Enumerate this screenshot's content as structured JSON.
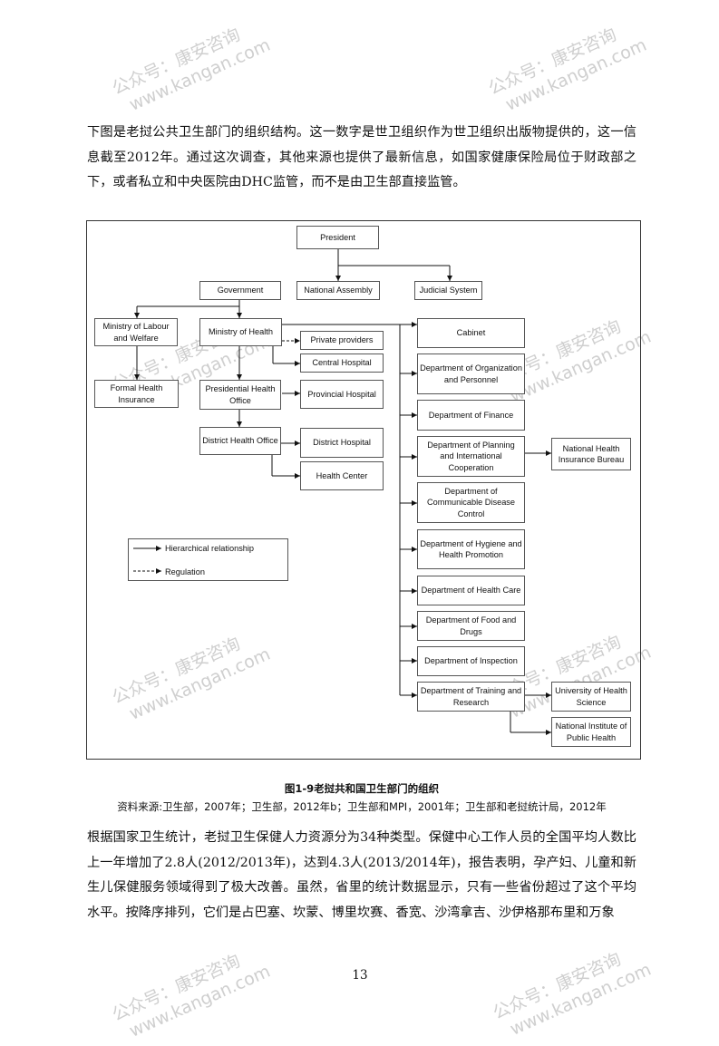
{
  "watermark": {
    "line1": "公众号：康安咨询",
    "line2": "www.kangan.com"
  },
  "intro_paragraph": "下图是老挝公共卫生部门的组织结构。这一数字是世卫组织作为世卫组织出版物提供的，这一信息截至2012年。通过这次调查，其他来源也提供了最新信息，如国家健康保险局位于财政部之下，或者私立和中央医院由DHC监管，而不是由卫生部直接监管。",
  "org_chart": {
    "president": "President",
    "government": "Government",
    "national_assembly": "National Assembly",
    "judicial_system": "Judicial System",
    "ministry_labour": "Ministry of Labour and Welfare",
    "ministry_health": "Ministry of Health",
    "formal_insurance": "Formal Health Insurance",
    "private_providers": "Private providers",
    "central_hospital": "Central Hospital",
    "presidential_office": "Presidential Health Office",
    "provincial_hospital": "Provincial Hospital",
    "district_office": "District Health Office",
    "district_hospital": "District Hospital",
    "health_center": "Health Center",
    "cabinet": "Cabinet",
    "dept_org": "Department of Organization and Personnel",
    "dept_finance": "Department of Finance",
    "dept_planning": "Department of Planning and International Cooperation",
    "nhib": "National Health Insurance Bureau",
    "dept_disease": "Department of Communicable Disease Control",
    "dept_hygiene": "Department of Hygiene and Health Promotion",
    "dept_care": "Department of Health Care",
    "dept_food": "Department of Food and Drugs",
    "dept_inspection": "Department of Inspection",
    "dept_training": "Department of Training and Research",
    "univ": "University of Health Science",
    "nip": "National Institute of Public Health",
    "legend_hier": "Hierarchical relationship",
    "legend_reg": "Regulation"
  },
  "figure_caption": "图1-9老挝共和国卫生部门的组织",
  "figure_source": "资料来源:卫生部，2007年；卫生部，2012年b；卫生部和MPI，2001年；卫生部和老挝统计局，2012年",
  "body_paragraph": "根据国家卫生统计，老挝卫生保健人力资源分为34种类型。保健中心工作人员的全国平均人数比上一年增加了2.8人(2012/2013年)，达到4.3人(2013/2014年)，报告表明，孕产妇、儿童和新生儿保健服务领域得到了极大改善。虽然，省里的统计数据显示，只有一些省份超过了这个平均水平。按降序排列，它们是占巴塞、坎蒙、博里坎赛、香宽、沙湾拿吉、沙伊格那布里和万象",
  "page_number": "13"
}
